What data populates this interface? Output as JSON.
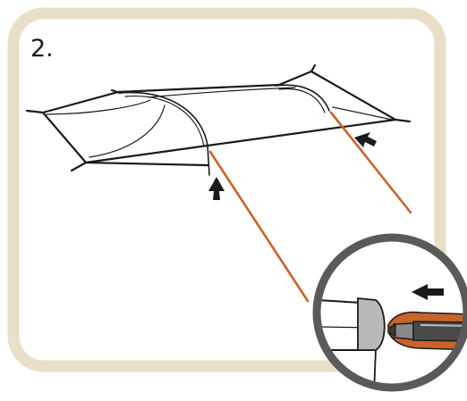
{
  "step": {
    "label": "2."
  },
  "colors": {
    "frame": "#e9dfc8",
    "background": "#ffffff",
    "line": "#1a1a1a",
    "pole": "#c8632a",
    "inset_ring": "#5a5a5a",
    "sleeve": "#b9b9b9"
  },
  "icons": [
    "frame-card",
    "tent-fly-outline",
    "tent-pole",
    "insertion-arrow",
    "detail-inset-circle",
    "pole-tip",
    "sleeve"
  ]
}
